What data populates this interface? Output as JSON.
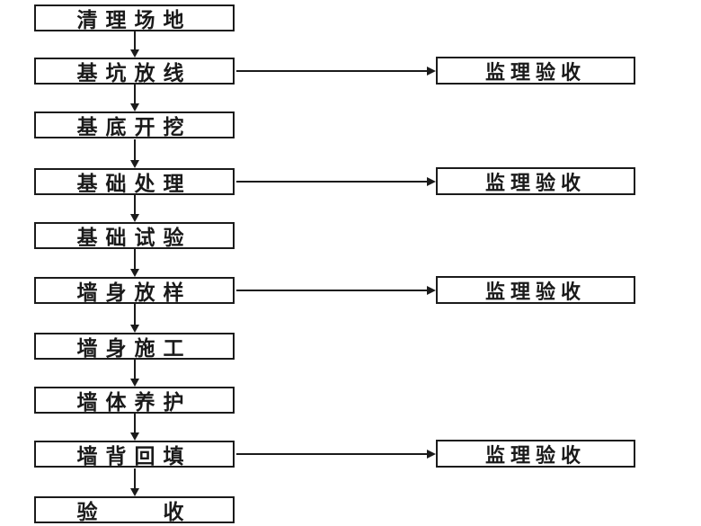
{
  "flow": {
    "steps": [
      {
        "label": "清理场地"
      },
      {
        "label": "基坑放线"
      },
      {
        "label": "基底开挖"
      },
      {
        "label": "基础处理"
      },
      {
        "label": "基础试验"
      },
      {
        "label": "墙身放样"
      },
      {
        "label": "墙身施工"
      },
      {
        "label": "墙体养护"
      },
      {
        "label": "墙背回填"
      },
      {
        "label": "验　　收"
      }
    ],
    "supervision_boxes": [
      {
        "label": "监理验收",
        "from_step": "基坑放线"
      },
      {
        "label": "监理验收",
        "from_step": "基础处理"
      },
      {
        "label": "监理验收",
        "from_step": "墙身放样"
      },
      {
        "label": "监理验收",
        "from_step": "墙背回填"
      }
    ],
    "connections": [
      "清理场地 → 基坑放线",
      "基坑放线 → 基底开挖",
      "基坑放线 → 监理验收",
      "基底开挖 → 基础处理",
      "基础处理 → 基础试验",
      "基础处理 → 监理验收",
      "基础试验 → 墙身放样",
      "墙身放样 → 墙身施工",
      "墙身放样 → 监理验收",
      "墙身施工 → 墙体养护",
      "墙体养护 → 墙背回填",
      "墙背回填 → 验收",
      "墙背回填 → 监理验收"
    ]
  },
  "colors": {
    "line": "#1b1b1b",
    "background": "#ffffff",
    "text": "#1a1a1a"
  }
}
